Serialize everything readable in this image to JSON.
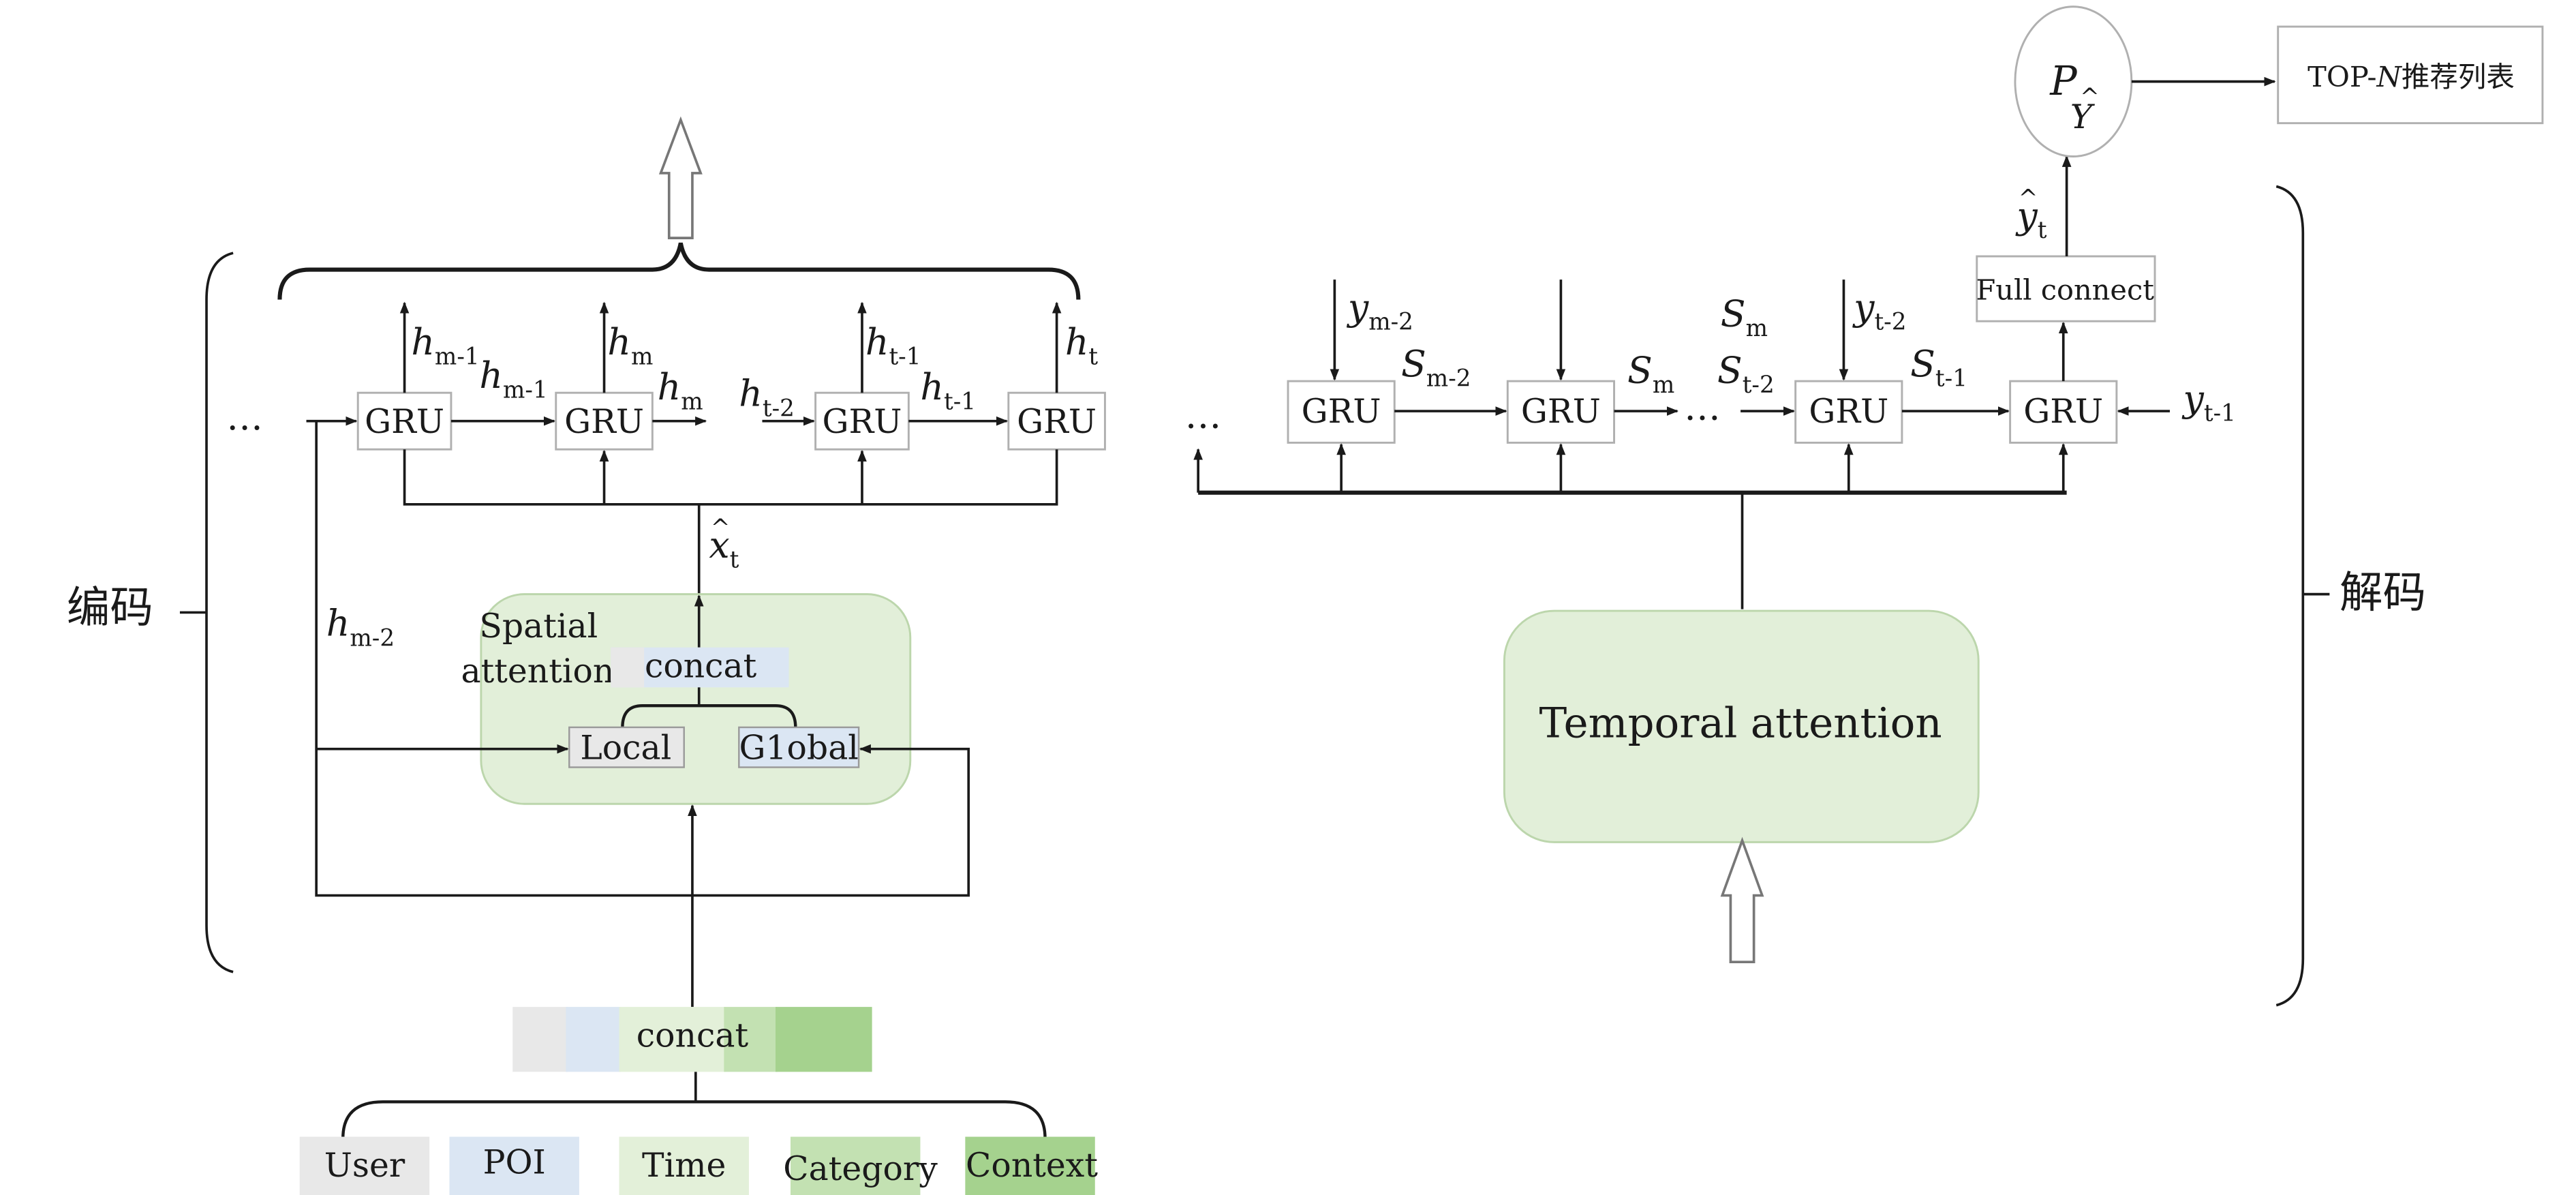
{
  "colors": {
    "green_box": "#e2efd9",
    "green_box_stroke": "#bcd6ac",
    "grey_cell": "#e8e8e8",
    "blue_cell": "#dbe6f3",
    "light_green_cell": "#e3f0d9",
    "mid_green_cell": "#c3e1b2",
    "dark_green_cell": "#a5d28e",
    "line": "#1a1a1a",
    "box_stroke": "#b0b0b0"
  },
  "encoder": {
    "bracket_label": "编码",
    "ellipsis": "…",
    "gru_label": "GRU",
    "h_labels": {
      "h": "h",
      "sub_m_minus_1": "m-1",
      "sub_m": "m",
      "sub_t_minus_2": "t-2",
      "sub_t_minus_1": "t-1",
      "sub_t": "t",
      "sub_m_minus_2": "m-2"
    },
    "xhat": "x",
    "xhat_sub": "t",
    "xhat_accent": "^",
    "spatial_attention": [
      "Spatial",
      "attention"
    ],
    "concat_label": "concat",
    "local_label": "Local",
    "global_label": "G1obal"
  },
  "input": {
    "concat_label": "concat",
    "features": [
      "User",
      "POI",
      "Time",
      "Category",
      "Context"
    ]
  },
  "decoder": {
    "bracket_label": "解码",
    "ellipsis": "…",
    "gru_label": "GRU",
    "y_label": "y",
    "y_sub_m_minus_2": "m-2",
    "y_sub_t_minus_2": "t-2",
    "y_sub_t_minus_1": "t-1",
    "s_label": "S",
    "s_sub_m_minus_2": "m-2",
    "s_sub_m": "m",
    "s_sub_t_minus_2": "t-2",
    "s_sub_t_minus_1": "t-1",
    "temporal_attention": "Temporal attention",
    "full_connect": "Full connect",
    "yhat": "y",
    "yhat_sub": "t",
    "p_label": "P",
    "p_sub": "Y",
    "top_n_prefix": "TOP-",
    "top_n_italic": "N",
    "top_n_suffix": "推荐列表"
  }
}
